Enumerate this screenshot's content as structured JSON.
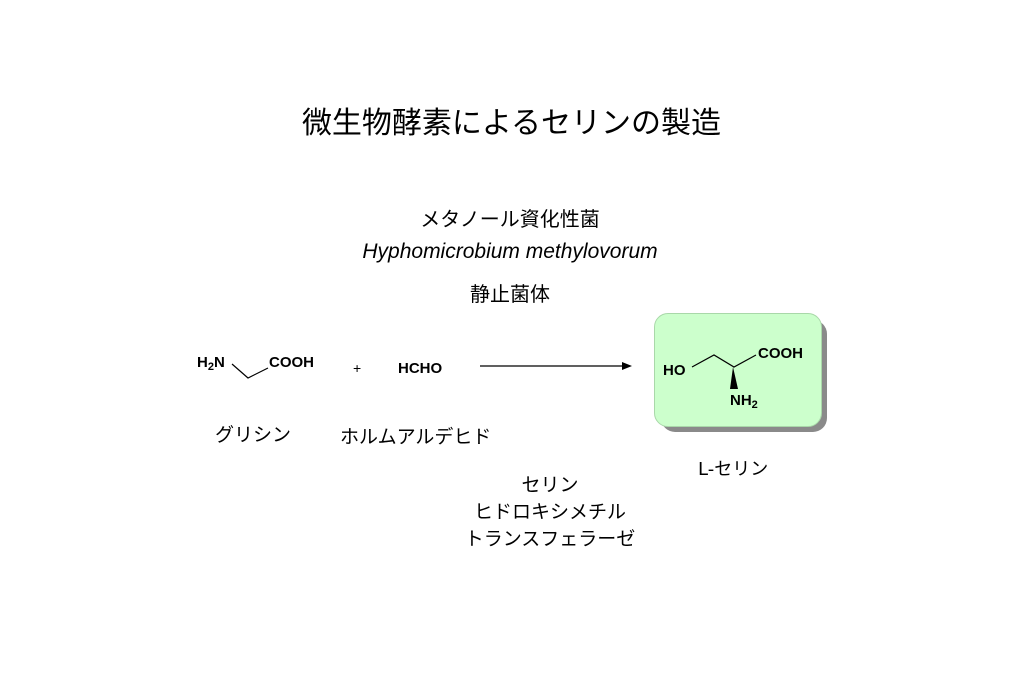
{
  "title": "微生物酵素によるセリンの製造",
  "organism": {
    "line1": "メタノール資化性菌",
    "line2": "Hyphomicrobium methylovorum",
    "line3": "静止菌体"
  },
  "reaction": {
    "glycine_nh": "H",
    "glycine_sub": "2",
    "glycine_n": "N",
    "glycine_cooh": "COOH",
    "plus": "+",
    "formaldehyde": "HCHO",
    "serine_ho": "HO",
    "serine_cooh": "COOH",
    "serine_nh": "NH",
    "serine_sub": "2"
  },
  "labels": {
    "glycine": "グリシン",
    "formaldehyde": "ホルムアルデヒド",
    "serine": "L-セリン"
  },
  "enzyme": {
    "line1": "セリン",
    "line2": "ヒドロキシメチル",
    "line3": "トランスフェラーゼ"
  },
  "colors": {
    "box_fill": "#ccffcc",
    "box_shadow": "#8a8a8a"
  }
}
